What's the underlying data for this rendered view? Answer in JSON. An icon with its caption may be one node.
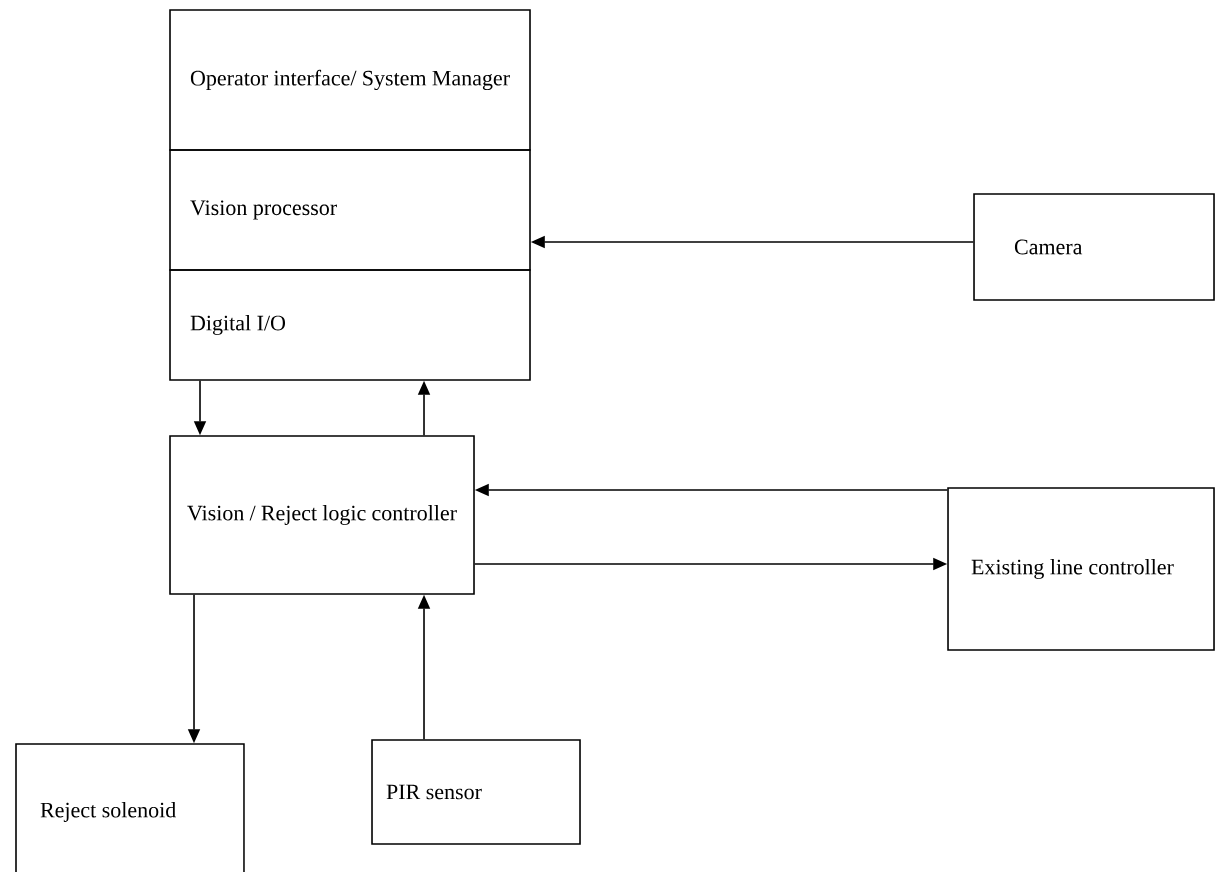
{
  "diagram": {
    "nodes": [
      {
        "text": [
          "Operator interface/ System Manager"
        ]
      },
      {
        "text": [
          "Vision processor"
        ]
      },
      {
        "text": [
          "Digital I/O"
        ]
      },
      {
        "text": [
          "Camera"
        ]
      },
      {
        "text": [
          "Vision / Reject logic controller"
        ]
      },
      {
        "text": [
          "Existing line controller"
        ]
      },
      {
        "text": [
          "Reject solenoid"
        ]
      },
      {
        "text": [
          "PIR sensor"
        ]
      }
    ],
    "edges": [
      {
        "from": 3,
        "to": 1,
        "arrow": "to"
      },
      {
        "from": 2,
        "to": 4,
        "arrow": "to"
      },
      {
        "from": 4,
        "to": 2,
        "arrow": "to"
      },
      {
        "from": 5,
        "to": 4,
        "arrow": "to"
      },
      {
        "from": 4,
        "to": 5,
        "arrow": "to"
      },
      {
        "from": 4,
        "to": 6,
        "arrow": "to"
      },
      {
        "from": 7,
        "to": 4,
        "arrow": "to"
      }
    ]
  }
}
